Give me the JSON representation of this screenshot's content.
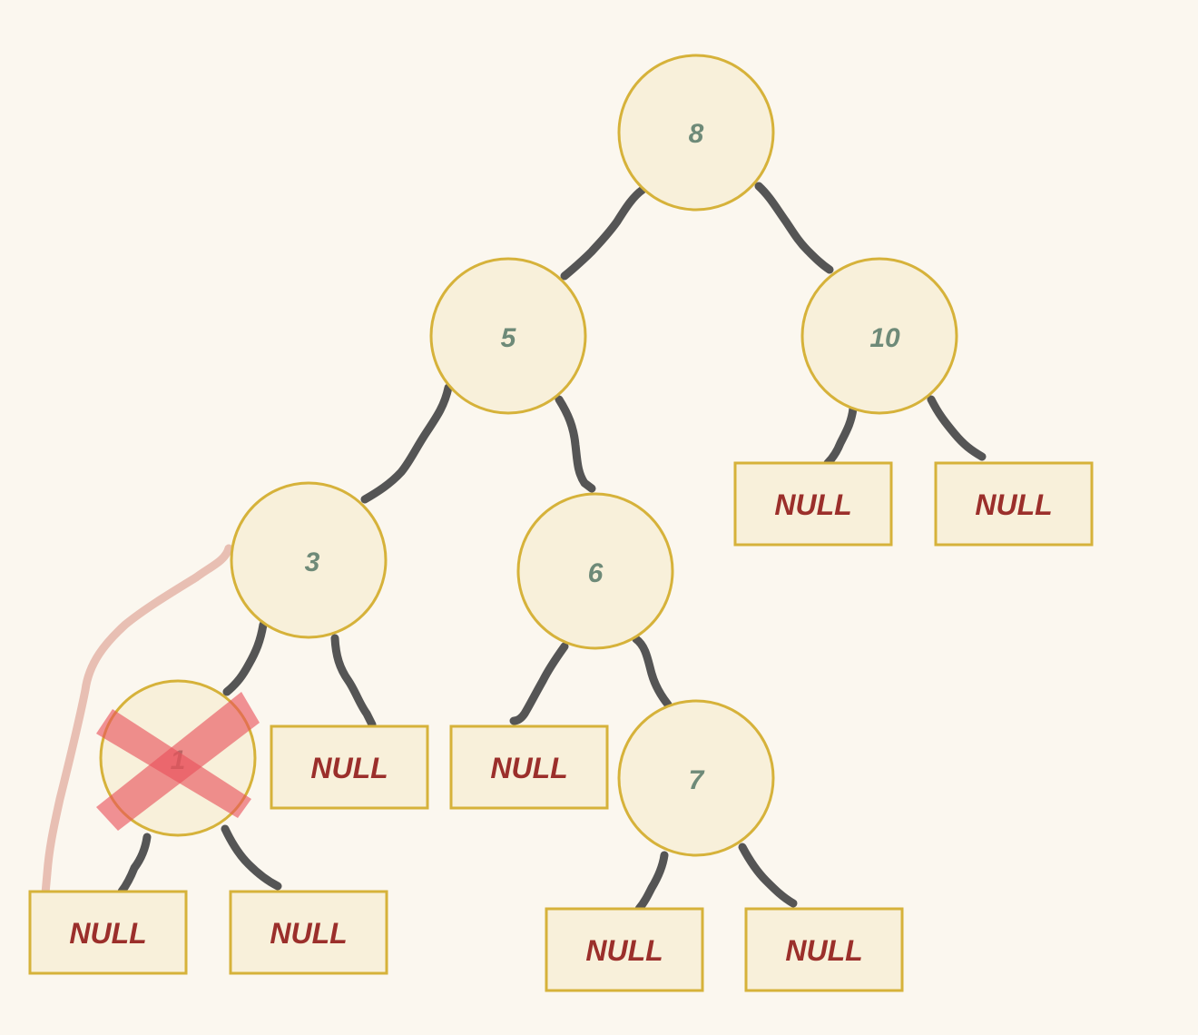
{
  "tree": {
    "nodes": [
      {
        "id": "n8",
        "label": "8"
      },
      {
        "id": "n5",
        "label": "5"
      },
      {
        "id": "n10",
        "label": "10"
      },
      {
        "id": "n3",
        "label": "3"
      },
      {
        "id": "n6",
        "label": "6"
      },
      {
        "id": "n1",
        "label": "1",
        "crossed_out": true
      },
      {
        "id": "n7",
        "label": "7"
      }
    ],
    "null_label": "NULL",
    "null_leaves": [
      {
        "id": "null-1l",
        "parent": "n1",
        "side": "left"
      },
      {
        "id": "null-1r",
        "parent": "n1",
        "side": "right"
      },
      {
        "id": "null-3r",
        "parent": "n3",
        "side": "right"
      },
      {
        "id": "null-6l",
        "parent": "n6",
        "side": "left"
      },
      {
        "id": "null-7l",
        "parent": "n7",
        "side": "left"
      },
      {
        "id": "null-7r",
        "parent": "n7",
        "side": "right"
      },
      {
        "id": "null-10l",
        "parent": "n10",
        "side": "left"
      },
      {
        "id": "null-10r",
        "parent": "n10",
        "side": "right"
      }
    ],
    "edges": [
      {
        "from": "n8",
        "to": "n5"
      },
      {
        "from": "n8",
        "to": "n10"
      },
      {
        "from": "n5",
        "to": "n3"
      },
      {
        "from": "n5",
        "to": "n6"
      },
      {
        "from": "n3",
        "to": "n1"
      },
      {
        "from": "n3",
        "to": "null-3r"
      },
      {
        "from": "n6",
        "to": "null-6l"
      },
      {
        "from": "n6",
        "to": "n7"
      },
      {
        "from": "n1",
        "to": "null-1l"
      },
      {
        "from": "n1",
        "to": "null-1r"
      },
      {
        "from": "n7",
        "to": "null-7l"
      },
      {
        "from": "n7",
        "to": "null-7r"
      },
      {
        "from": "n10",
        "to": "null-10l"
      },
      {
        "from": "n10",
        "to": "null-10r"
      }
    ],
    "reconnect_link": {
      "from": "n3",
      "to": "null-1l"
    }
  },
  "colors": {
    "background": "#fbf7ef",
    "node_fill": "#f8f0da",
    "node_stroke": "#d6b23a",
    "node_text": "#6e8a78",
    "null_text": "#9b2f2b",
    "edge": "#555555",
    "cross": "#e8505a",
    "reconnect_link": "#e8bfb3"
  }
}
